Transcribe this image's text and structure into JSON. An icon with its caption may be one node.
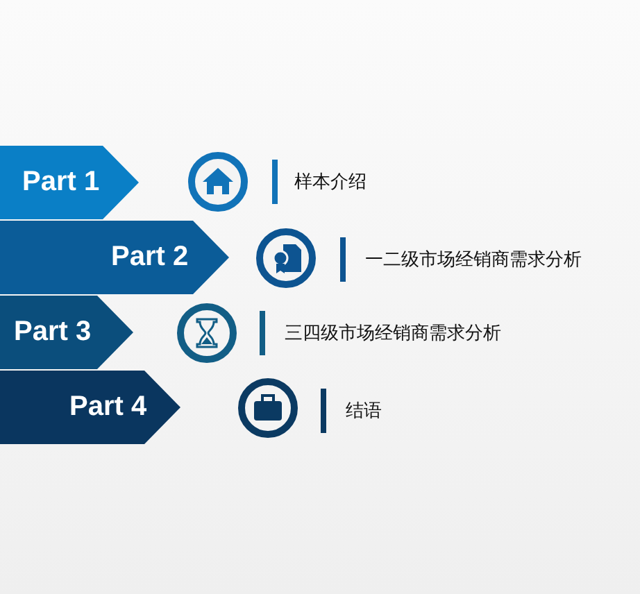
{
  "diagram": {
    "nodes": [
      {
        "text": [
          "Part 1"
        ]
      },
      {
        "text": [
          "Part 2"
        ]
      },
      {
        "text": [
          "Part 3"
        ]
      },
      {
        "text": [
          "Part 4"
        ]
      }
    ],
    "labels": [
      "样本介绍",
      "一二级市场经销商需求分析",
      "三四级市场经销商需求分析",
      "结语"
    ]
  }
}
